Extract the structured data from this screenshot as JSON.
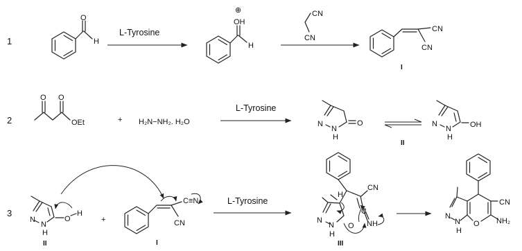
{
  "steps": [
    {
      "number": "1",
      "reagent": "L-Tyrosine",
      "labels": {
        "ald_o": "O",
        "ald_h": "H",
        "prot_plus": "⊕",
        "prot_oh": "OH",
        "prot_h": "H",
        "mal_cn1": "CN",
        "mal_cn2": "CN",
        "prod_cn1": "CN",
        "prod_cn2": "CN"
      },
      "product_id": "I"
    },
    {
      "number": "2",
      "reagents": {
        "ester_o1": "O",
        "ester_o2": "O",
        "ester_oet": "OEt",
        "plus": "+",
        "hydrazine": "H₂N−NH₂. H₂O"
      },
      "catalyst": "L-Tyrosine",
      "labels": {
        "n1": "N",
        "n2": "N",
        "h": "H",
        "o": "O",
        "n3": "N",
        "n4": "N",
        "h2": "H",
        "oh": "OH"
      },
      "tautomer_id": "II"
    },
    {
      "number": "3",
      "catalyst": "L-Tyrosine",
      "labels": {
        "r_n1": "N",
        "r_n2": "N",
        "r_h": "H",
        "r_o": "O",
        "r_ho": "H",
        "plus": "+",
        "c_cn_top": "C≡N",
        "c_cn_bot": "CN",
        "i_h": "H",
        "i_cn": "CN",
        "i_n1": "N",
        "i_n2": "N",
        "i_h2": "H",
        "i_o": "O",
        "i_c": "C",
        "i_nh": "NH",
        "p_n1": "N",
        "p_n2": "N",
        "p_h": "H",
        "p_o": "O",
        "p_cn": "CN",
        "p_nh2": "NH₂"
      },
      "ids": {
        "reactant1": "II",
        "reactant2": "I",
        "intermediate": "III"
      }
    }
  ]
}
